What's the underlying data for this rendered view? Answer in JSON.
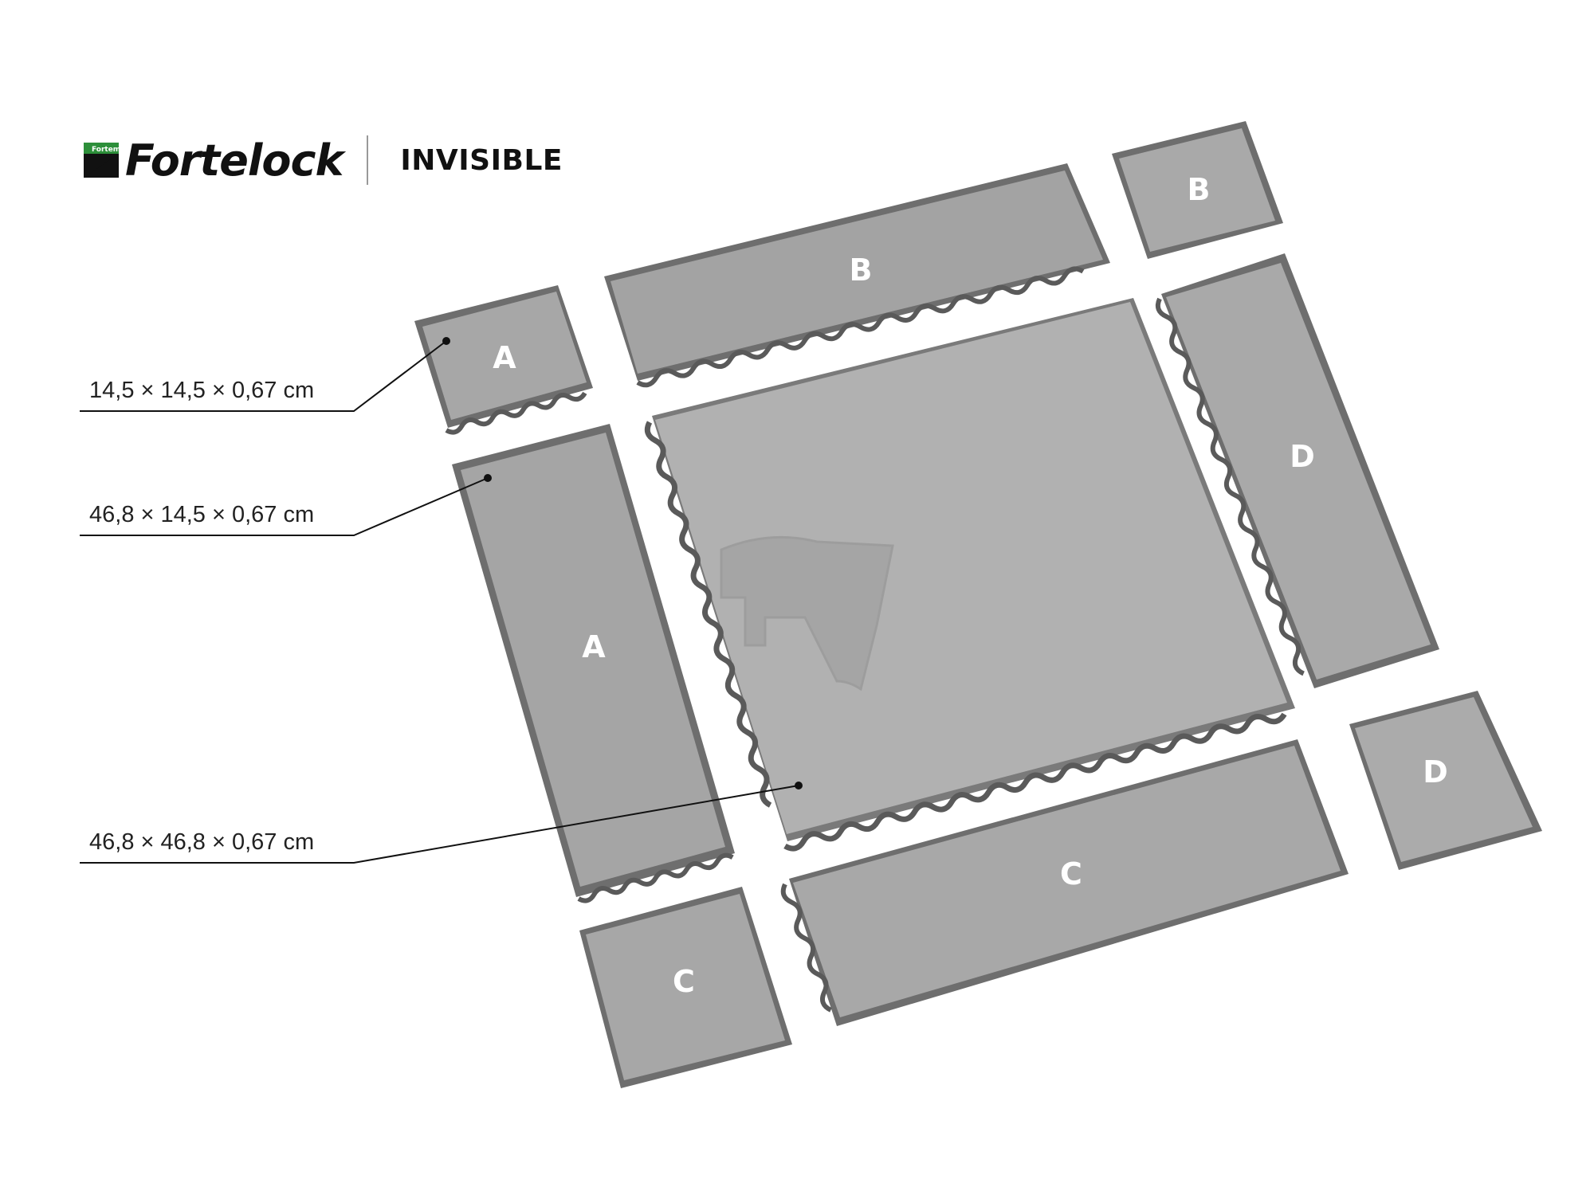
{
  "header": {
    "brand_logo_text": "Fortemix",
    "brand": "Fortelock",
    "product": "INVISIBLE"
  },
  "dimensions": [
    "14,5 × 14,5 × 0,67 cm",
    "46,8 × 14,5 × 0,67 cm",
    "46,8 × 46,8 × 0,67 cm"
  ],
  "tile_labels": {
    "corner_a": "A",
    "edge_a": "A",
    "corner_b": "B",
    "edge_b": "B",
    "corner_c": "C",
    "edge_c": "C",
    "corner_d": "D",
    "edge_d": "D"
  },
  "colors": {
    "tile_top": "#a7a7a7",
    "tile_edge": "#6e6e6e",
    "center_tile": "#b1b1b1",
    "brand_green": "#2d8f3a",
    "label_text": "#ffffff"
  }
}
